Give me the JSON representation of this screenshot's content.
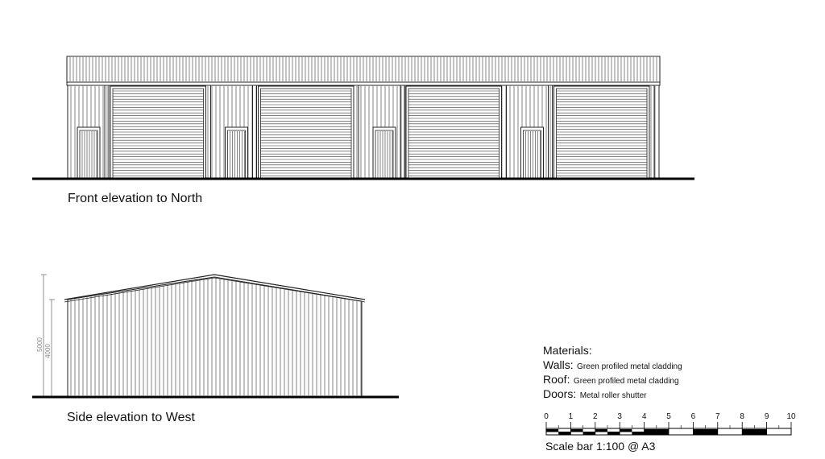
{
  "front_elevation": {
    "caption": "Front elevation to North",
    "bays": 4
  },
  "side_elevation": {
    "caption": "Side elevation to West",
    "dimensions": [
      "5000",
      "4000"
    ]
  },
  "materials": {
    "heading": "Materials:",
    "items": [
      {
        "label": "Walls:",
        "value": "Green profiled metal cladding"
      },
      {
        "label": "Roof:",
        "value": "Green profiled metal cladding"
      },
      {
        "label": "Doors:",
        "value": "Metal roller shutter"
      }
    ]
  },
  "scale_bar": {
    "caption": "Scale bar 1:100 @ A3",
    "labels": [
      "0",
      "1",
      "2",
      "3",
      "4",
      "5",
      "6",
      "7",
      "8",
      "9",
      "10"
    ]
  }
}
